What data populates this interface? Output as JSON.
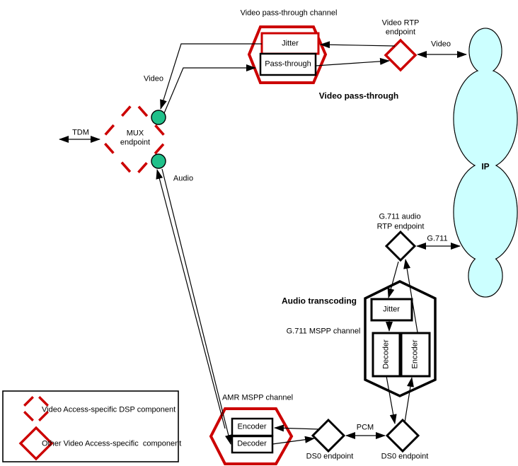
{
  "colors": {
    "accent_red": "#CC0000",
    "mux_port_green": "#20C08A",
    "cloud_fill": "#CCFFFF",
    "line_black": "#000000"
  },
  "diagram": {
    "video_channel": {
      "title": "Video pass-through channel",
      "jitter": "Jitter",
      "pass_through": "Pass-through",
      "section": "Video pass-through"
    },
    "video_rtp": {
      "line1": "Video RTP",
      "line2": "endpoint"
    },
    "video_arrow_label": "Video",
    "cloud_label": "IP",
    "mux": {
      "line1": "MUX",
      "line2": "endpoint",
      "video_label": "Video",
      "audio_label": "Audio",
      "tdm_label": "TDM"
    },
    "g711_rtp": {
      "line1": "G.711 audio",
      "line2": "RTP endpoint",
      "arrow_label": "G.711"
    },
    "transcoding": {
      "section": "Audio transcoding",
      "channel_label": "G.711 MSPP channel",
      "jitter": "Jitter",
      "decoder": "Decoder",
      "encoder": "Encoder"
    },
    "amr": {
      "title": "AMR MSPP channel",
      "encoder": "Encoder",
      "decoder": "Decoder"
    },
    "ds0_left_label": "DS0 endpoint",
    "ds0_right_label": "DS0 endpoint",
    "pcm_label": "PCM",
    "legend": {
      "items": [
        {
          "label": "Video Access-specific DSP component"
        },
        {
          "label": "Other Video Access-specific  component"
        }
      ]
    }
  }
}
